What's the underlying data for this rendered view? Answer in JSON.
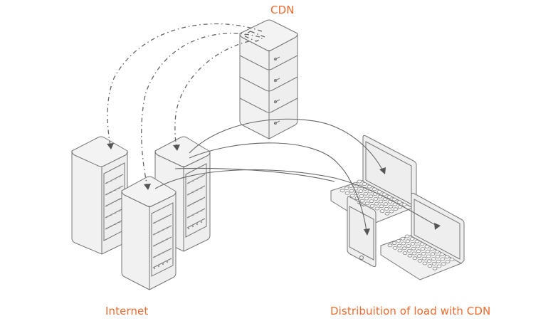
{
  "labels": {
    "cdn": "CDN",
    "internet": "Internet",
    "distribution": "Distribuition of load with CDN"
  },
  "colors": {
    "label": "#ef6a2e",
    "line": "#666666",
    "fill": "#f1f1f1"
  },
  "elements": {
    "cdn_stack_units": 4,
    "internet_servers": 3,
    "client_devices": [
      "laptop",
      "laptop",
      "smartphone"
    ]
  },
  "connections": {
    "dash_dot_arcs": 3,
    "solid_curves": 4
  }
}
